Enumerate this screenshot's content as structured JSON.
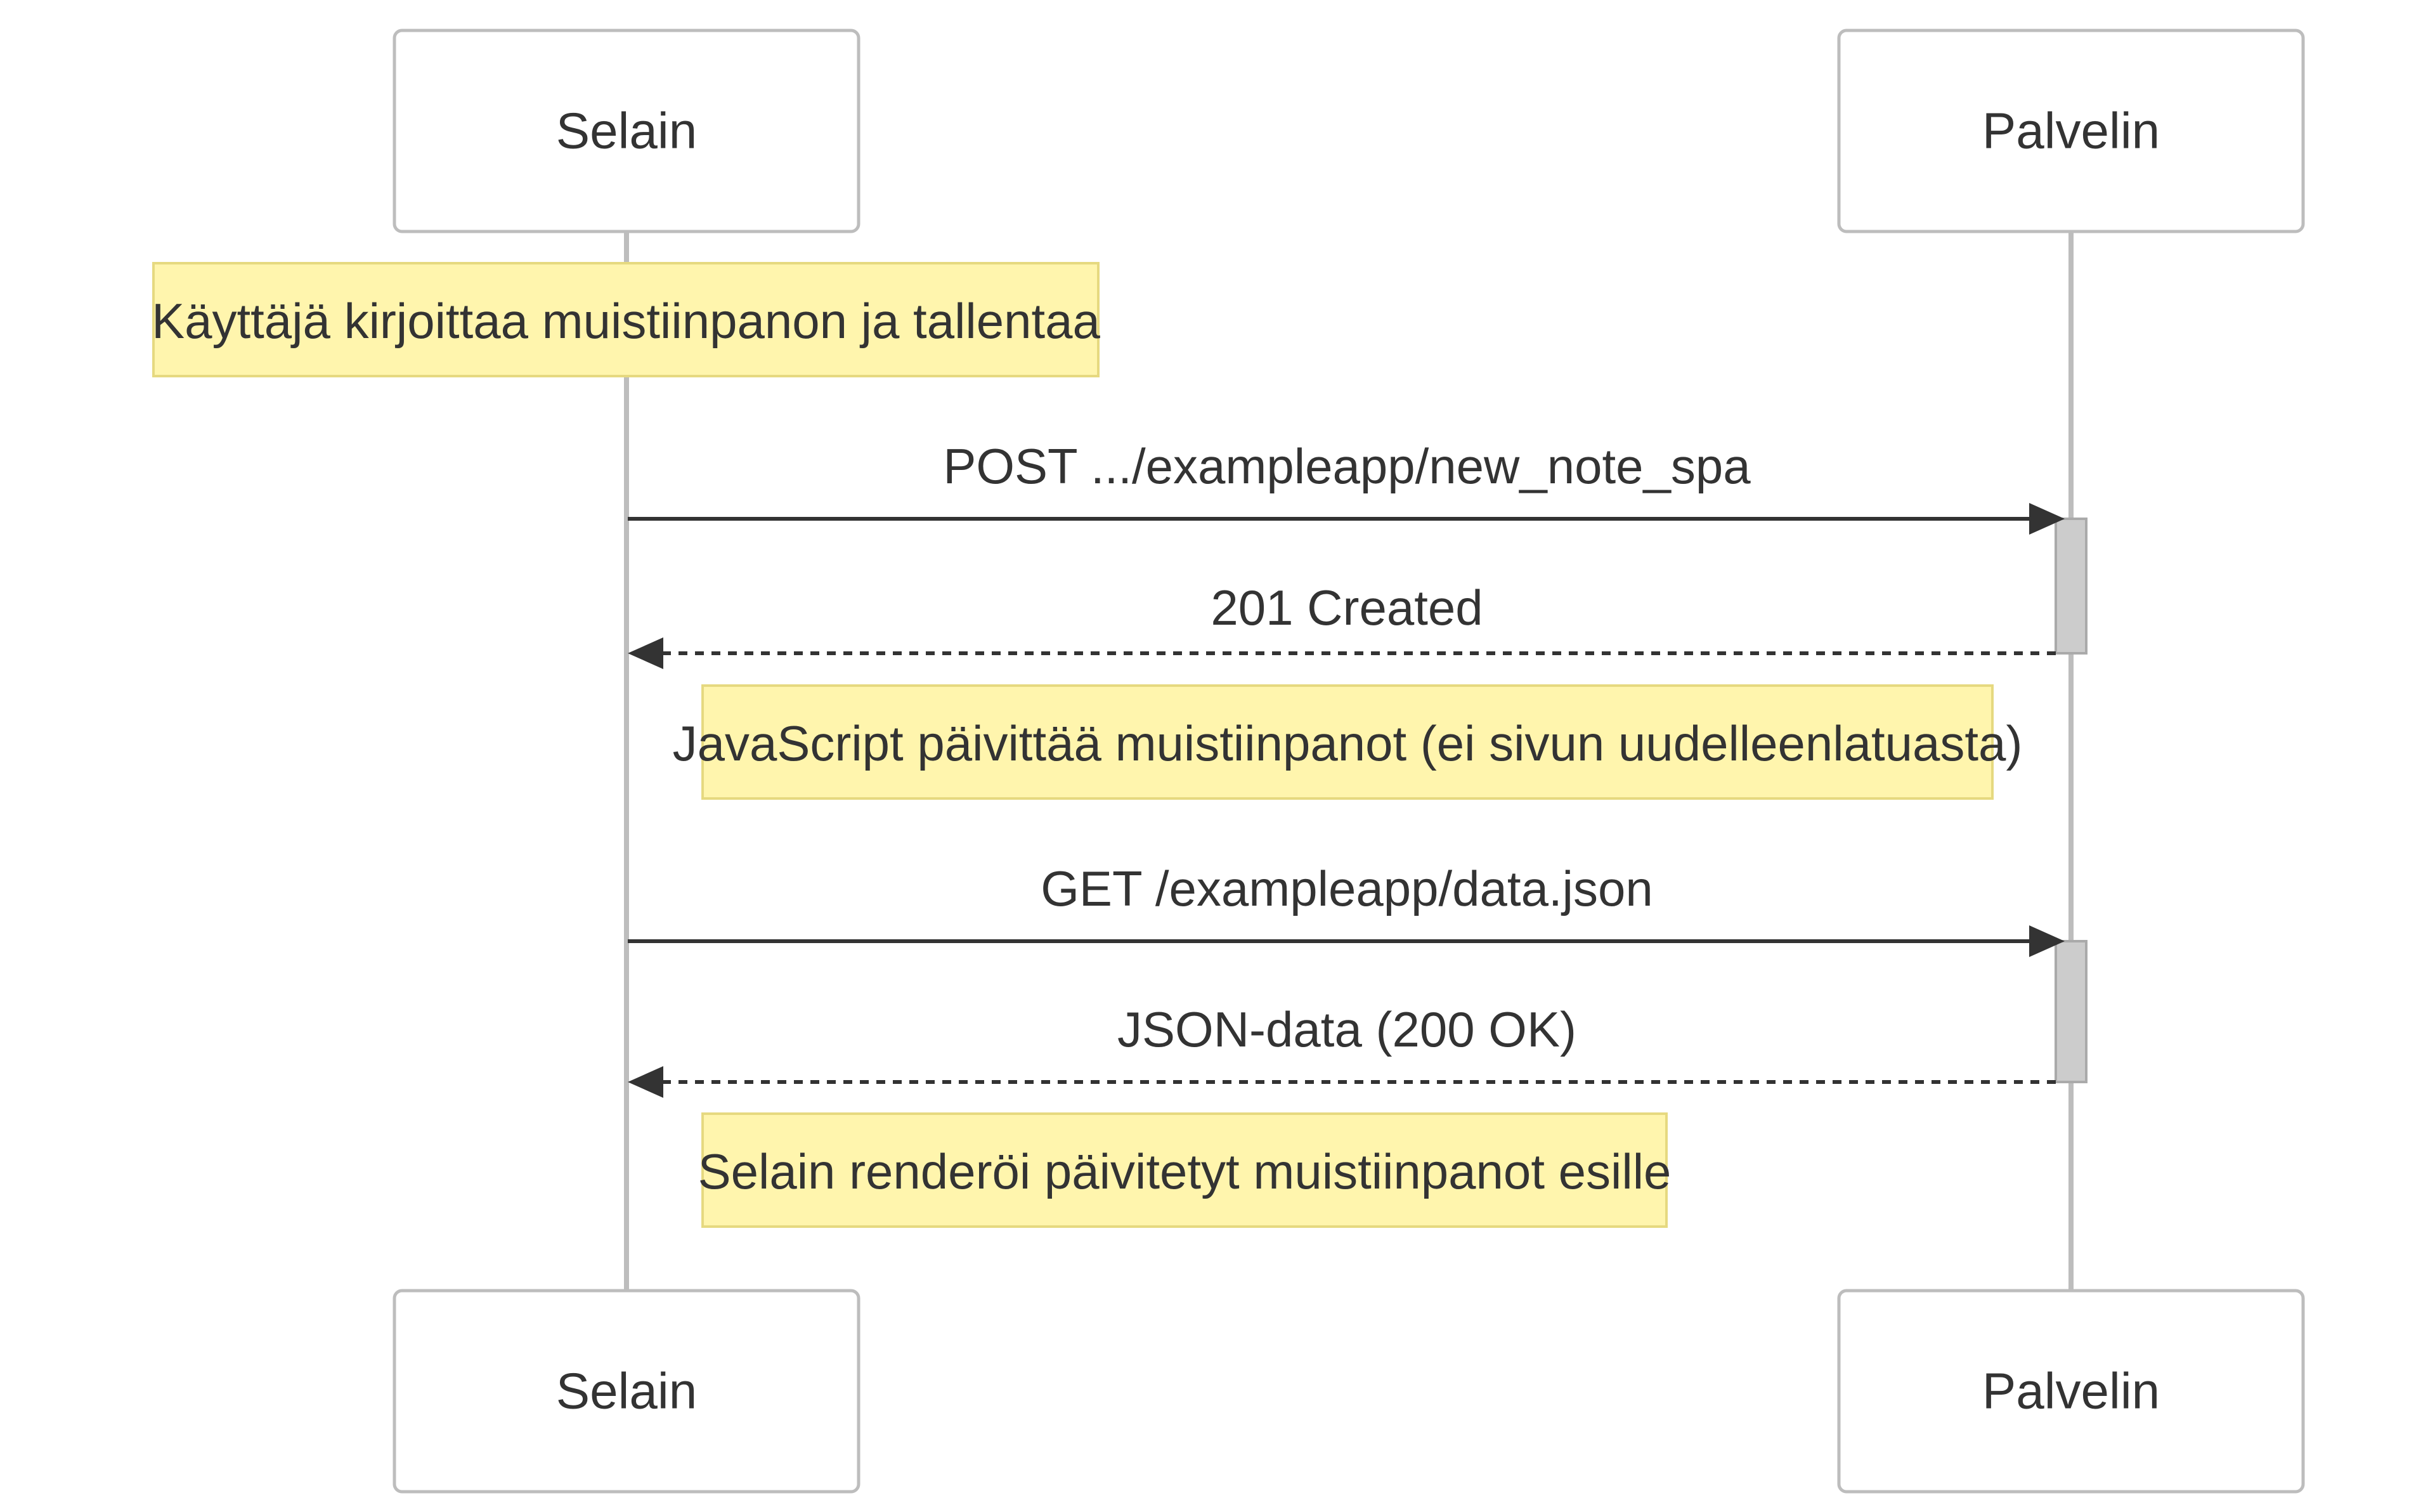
{
  "participants": [
    {
      "id": "selain",
      "label": "Selain"
    },
    {
      "id": "palvelin",
      "label": "Palvelin"
    }
  ],
  "notes": [
    {
      "text": "Käyttäjä kirjoittaa muistiinpanon ja tallentaa",
      "over": "selain"
    },
    {
      "text": "JavaScript päivittää muistiinpanot (ei sivun uudelleenlatuasta)",
      "over": "selain-palvelin"
    },
    {
      "text": "Selain renderöi päivitetyt muistiinpanot esille",
      "over": "right-of-selain"
    }
  ],
  "messages": [
    {
      "from": "selain",
      "to": "palvelin",
      "text": "POST .../exampleapp/new_note_spa",
      "style": "solid"
    },
    {
      "from": "palvelin",
      "to": "selain",
      "text": "201 Created",
      "style": "dashed"
    },
    {
      "from": "selain",
      "to": "palvelin",
      "text": "GET /exampleapp/data.json",
      "style": "solid"
    },
    {
      "from": "palvelin",
      "to": "selain",
      "text": "JSON-data (200 OK)",
      "style": "dashed"
    }
  ],
  "colors": {
    "note_fill": "#fff5ad",
    "note_border": "#e6d980",
    "actor_border": "#bdbdbd",
    "lifeline": "#bdbdbd",
    "activation": "#cccccc",
    "text": "#333333"
  }
}
